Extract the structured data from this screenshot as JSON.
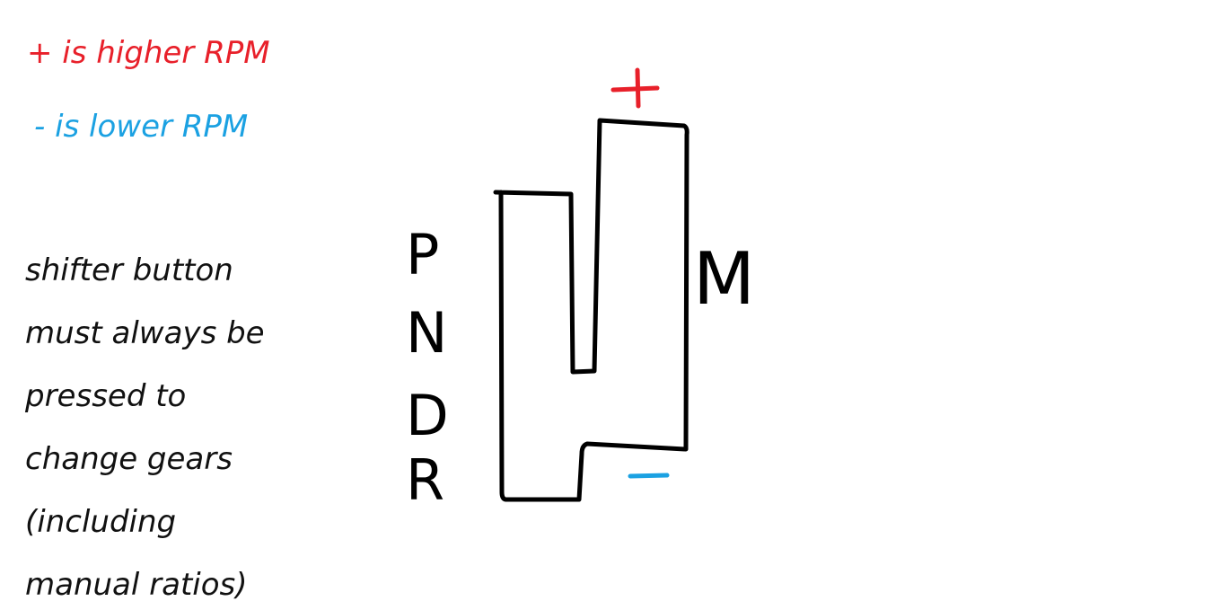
{
  "legend": {
    "plus_note": "+ is higher RPM",
    "minus_note": "- is lower RPM",
    "plus_color": "#e8202a",
    "minus_color": "#1ba1e2"
  },
  "note_lines": [
    "shifter button",
    "must always be",
    "pressed to",
    "change gears",
    "(including",
    "manual ratios)"
  ],
  "gate": {
    "positions": [
      "P",
      "N",
      "D",
      "R"
    ],
    "manual_label": "M",
    "plus_symbol": "+",
    "minus_symbol": "-"
  }
}
